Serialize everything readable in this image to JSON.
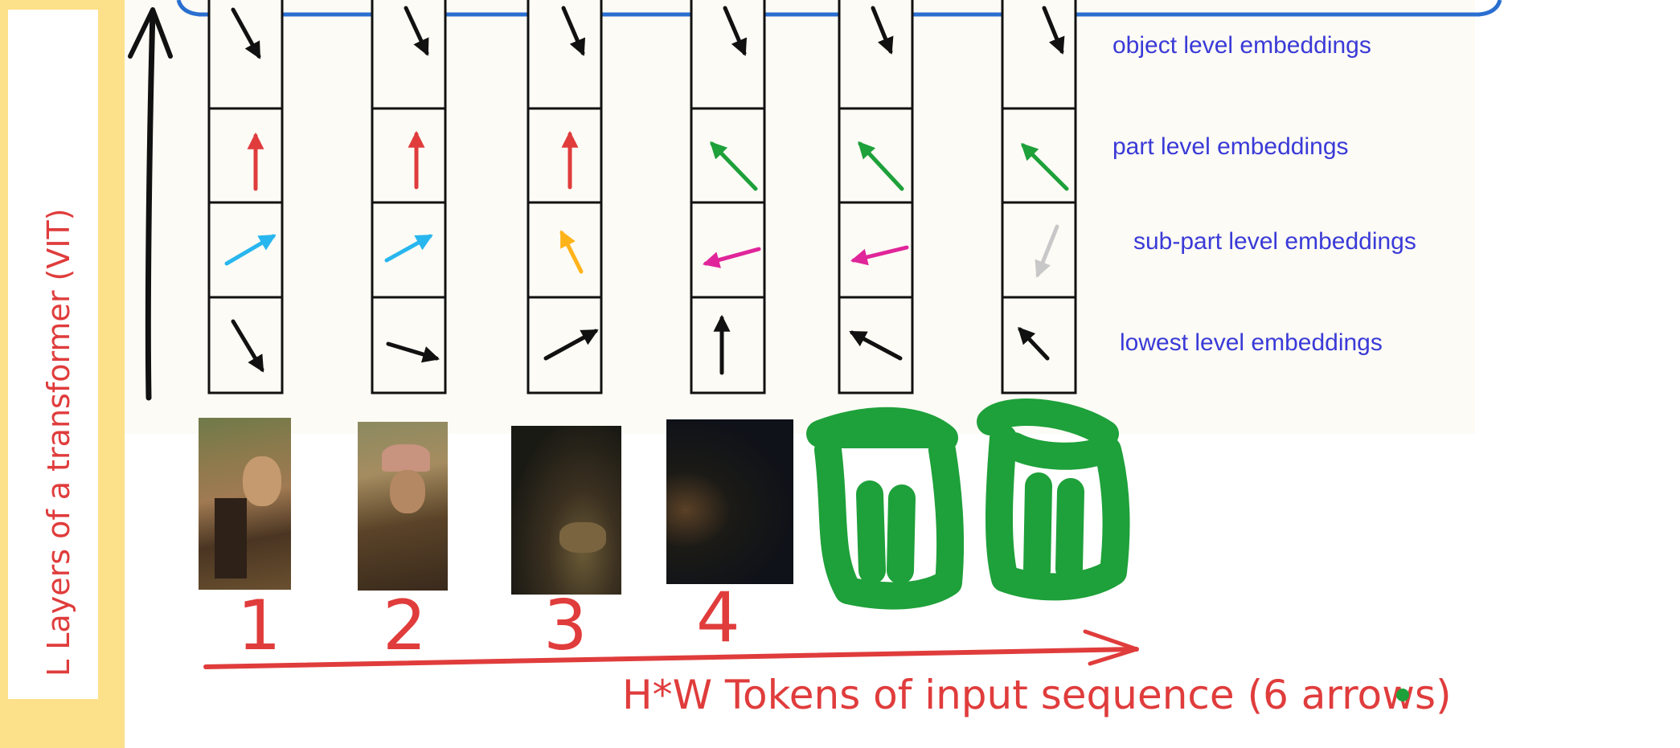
{
  "y_axis": {
    "label": "L Layers of a transformer (VIT)"
  },
  "levels": {
    "object": "object level embeddings",
    "part": "part level embeddings",
    "subpart": "sub-part level embeddings",
    "lowest": "lowest level embeddings"
  },
  "tokens": [
    "1",
    "2",
    "3",
    "4"
  ],
  "x_axis": {
    "label": "H*W Tokens of input sequence (6 arrows)"
  },
  "colors": {
    "red": "#e03c3c",
    "green": "#1ea03a",
    "cyan": "#28b6ee",
    "orange": "#ffb31a",
    "magenta": "#e0259a",
    "gray": "#c8c8c8",
    "blue_label": "#3a3ad8",
    "frame_blue": "#2a6fd0"
  },
  "icons": [
    "up-arrow-icon",
    "right-arrow-icon",
    "trash-bin-icon"
  ]
}
